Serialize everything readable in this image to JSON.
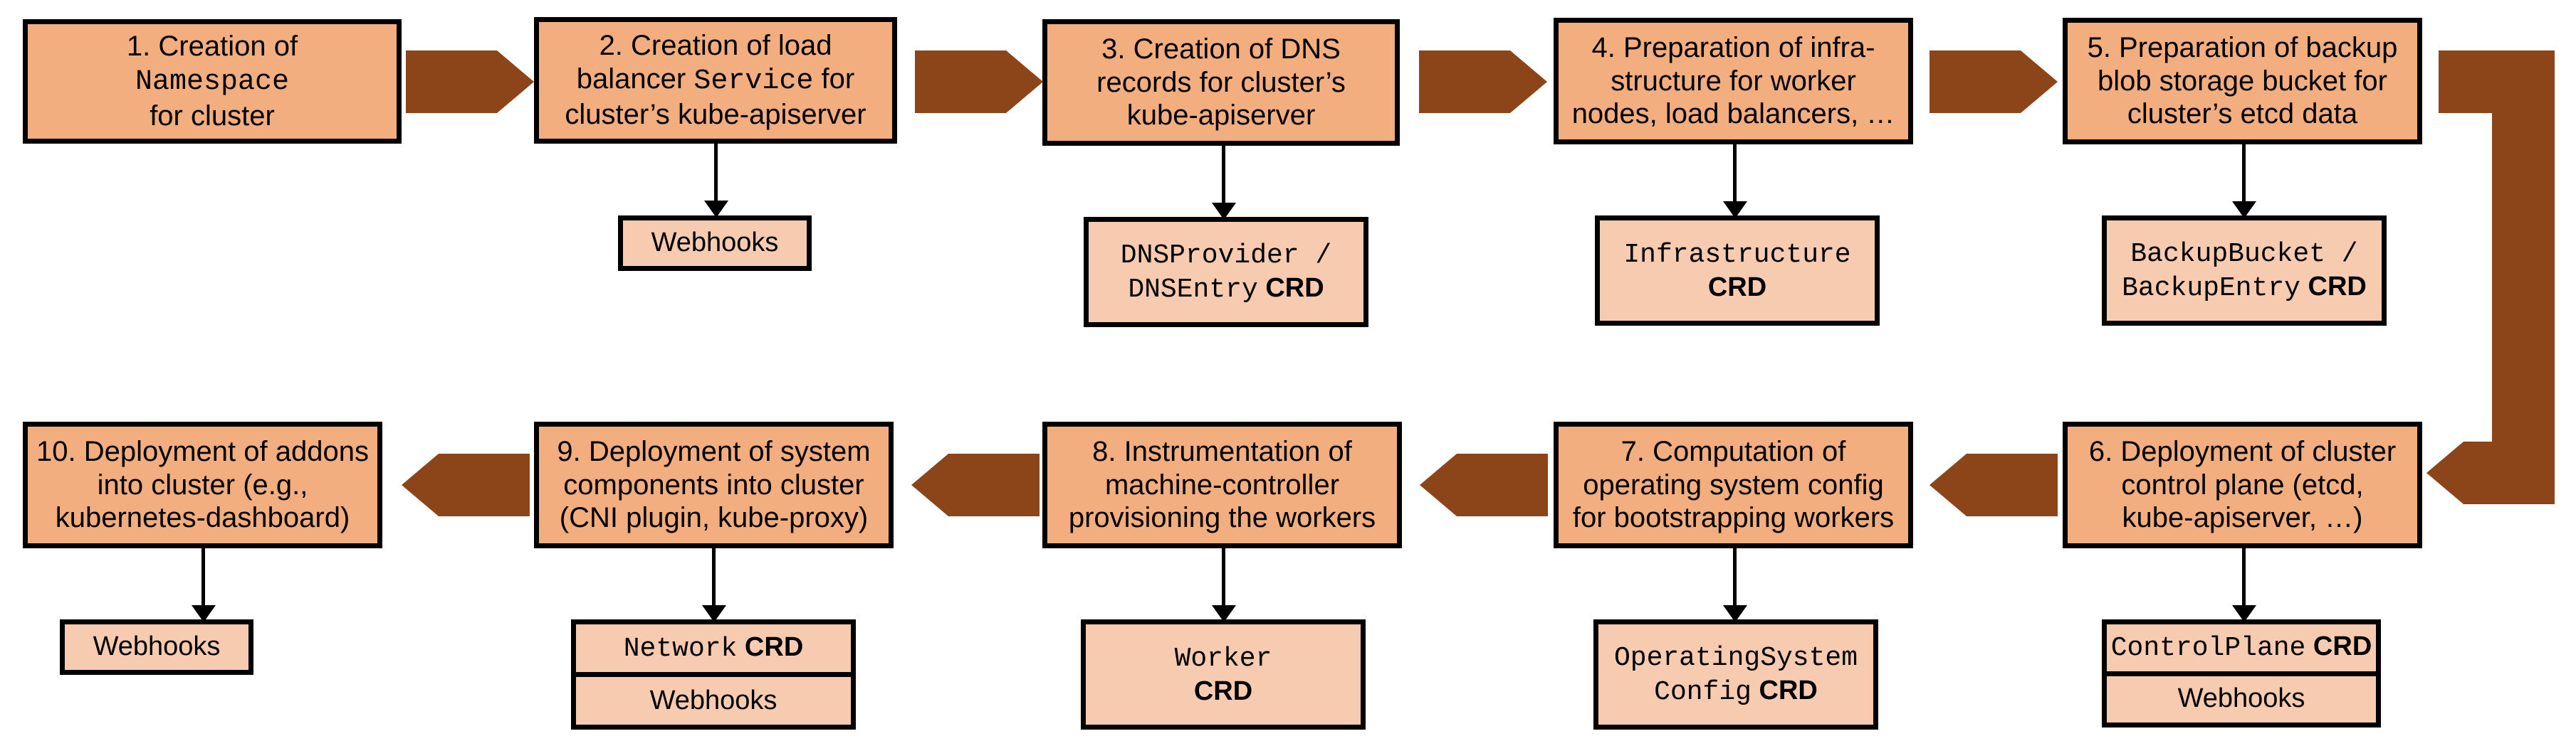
{
  "diagram": {
    "title": "Gardener shoot cluster reconciliation flow",
    "colors": {
      "step_fill": "#F2AE7E",
      "sub_fill": "#F7CBAF",
      "border": "#000000",
      "arrow": "#8C4419",
      "background": "#FFFFFF"
    },
    "steps": [
      {
        "id": "step-1",
        "number": "1.",
        "lines": [
          [
            {
              "t": "1. Creation of",
              "style": "normal"
            }
          ],
          [
            {
              "t": "Namespace",
              "style": "mono"
            }
          ],
          [
            {
              "t": "for cluster",
              "style": "normal"
            }
          ]
        ],
        "plain": "1. Creation of Namespace for cluster"
      },
      {
        "id": "step-2",
        "number": "2.",
        "lines": [
          [
            {
              "t": "2. Creation of load",
              "style": "normal"
            }
          ],
          [
            {
              "t": "balancer ",
              "style": "normal"
            },
            {
              "t": "Service",
              "style": "mono"
            },
            {
              "t": " for",
              "style": "normal"
            }
          ],
          [
            {
              "t": "cluster’s kube-apiserver",
              "style": "normal"
            }
          ]
        ],
        "plain": "2. Creation of load balancer Service for cluster’s kube-apiserver"
      },
      {
        "id": "step-3",
        "number": "3.",
        "lines": [
          [
            {
              "t": "3. Creation of DNS",
              "style": "normal"
            }
          ],
          [
            {
              "t": "records for cluster’s",
              "style": "normal"
            }
          ],
          [
            {
              "t": "kube-apiserver",
              "style": "normal"
            }
          ]
        ],
        "plain": "3. Creation of DNS records for cluster’s kube-apiserver"
      },
      {
        "id": "step-4",
        "number": "4.",
        "lines": [
          [
            {
              "t": "4. Preparation of infra-",
              "style": "normal"
            }
          ],
          [
            {
              "t": "structure for worker",
              "style": "normal"
            }
          ],
          [
            {
              "t": "nodes, load balancers, …",
              "style": "normal"
            }
          ]
        ],
        "plain": "4. Preparation of infrastructure for worker nodes, load balancers, …"
      },
      {
        "id": "step-5",
        "number": "5.",
        "lines": [
          [
            {
              "t": "5. Preparation of backup",
              "style": "normal"
            }
          ],
          [
            {
              "t": "blob storage bucket for",
              "style": "normal"
            }
          ],
          [
            {
              "t": "cluster’s etcd data",
              "style": "normal"
            }
          ]
        ],
        "plain": "5. Preparation of backup blob storage bucket for cluster’s etcd data"
      },
      {
        "id": "step-6",
        "number": "6.",
        "lines": [
          [
            {
              "t": "6. Deployment of cluster",
              "style": "normal"
            }
          ],
          [
            {
              "t": "control plane (etcd,",
              "style": "normal"
            }
          ],
          [
            {
              "t": "kube-apiserver, …)",
              "style": "normal"
            }
          ]
        ],
        "plain": "6. Deployment of cluster control plane (etcd, kube-apiserver, …)"
      },
      {
        "id": "step-7",
        "number": "7.",
        "lines": [
          [
            {
              "t": "7. Computation of",
              "style": "normal"
            }
          ],
          [
            {
              "t": "operating system config",
              "style": "normal"
            }
          ],
          [
            {
              "t": "for bootstrapping workers",
              "style": "normal"
            }
          ]
        ],
        "plain": "7. Computation of operating system config for bootstrapping workers"
      },
      {
        "id": "step-8",
        "number": "8.",
        "lines": [
          [
            {
              "t": "8. Instrumentation of",
              "style": "normal"
            }
          ],
          [
            {
              "t": "machine-controller",
              "style": "normal"
            }
          ],
          [
            {
              "t": "provisioning the workers",
              "style": "normal"
            }
          ]
        ],
        "plain": "8. Instrumentation of machine-controller provisioning the workers"
      },
      {
        "id": "step-9",
        "number": "9.",
        "lines": [
          [
            {
              "t": "9. Deployment of system",
              "style": "normal"
            }
          ],
          [
            {
              "t": "components into cluster",
              "style": "normal"
            }
          ],
          [
            {
              "t": "(CNI plugin, kube-proxy)",
              "style": "normal"
            }
          ]
        ],
        "plain": "9. Deployment of system components into cluster (CNI plugin, kube-proxy)"
      },
      {
        "id": "step-10",
        "number": "10.",
        "lines": [
          [
            {
              "t": "10. Deployment of addons",
              "style": "normal"
            }
          ],
          [
            {
              "t": "into cluster (e.g.,",
              "style": "normal"
            }
          ],
          [
            {
              "t": "kubernetes-dashboard)",
              "style": "normal"
            }
          ]
        ],
        "plain": "10. Deployment of addons into cluster (e.g., kubernetes-dashboard)"
      }
    ],
    "artifacts": [
      {
        "id": "artifact-2",
        "parent": "step-2",
        "kind": "single",
        "cells": [
          {
            "lines": [
              [
                {
                  "t": "Webhooks",
                  "style": "normal"
                }
              ]
            ],
            "plain": "Webhooks"
          }
        ]
      },
      {
        "id": "artifact-3",
        "parent": "step-3",
        "kind": "single",
        "cells": [
          {
            "lines": [
              [
                {
                  "t": "DNSProvider /",
                  "style": "mono"
                }
              ],
              [
                {
                  "t": "DNSEntry",
                  "style": "mono"
                },
                {
                  "t": " CRD",
                  "style": "bold"
                }
              ]
            ],
            "plain": "DNSProvider / DNSEntry CRD"
          }
        ]
      },
      {
        "id": "artifact-4",
        "parent": "step-4",
        "kind": "single",
        "cells": [
          {
            "lines": [
              [
                {
                  "t": "Infrastructure",
                  "style": "mono"
                }
              ],
              [
                {
                  "t": "CRD",
                  "style": "bold"
                }
              ]
            ],
            "plain": "Infrastructure CRD"
          }
        ]
      },
      {
        "id": "artifact-5",
        "parent": "step-5",
        "kind": "single",
        "cells": [
          {
            "lines": [
              [
                {
                  "t": "BackupBucket /",
                  "style": "mono"
                }
              ],
              [
                {
                  "t": "BackupEntry",
                  "style": "mono"
                },
                {
                  "t": " CRD",
                  "style": "bold"
                }
              ]
            ],
            "plain": "BackupBucket / BackupEntry CRD"
          }
        ]
      },
      {
        "id": "artifact-6",
        "parent": "step-6",
        "kind": "stack",
        "cells": [
          {
            "lines": [
              [
                {
                  "t": "ControlPlane",
                  "style": "mono"
                },
                {
                  "t": " CRD",
                  "style": "bold"
                }
              ]
            ],
            "plain": "ControlPlane CRD"
          },
          {
            "lines": [
              [
                {
                  "t": "Webhooks",
                  "style": "normal"
                }
              ]
            ],
            "plain": "Webhooks"
          }
        ]
      },
      {
        "id": "artifact-7",
        "parent": "step-7",
        "kind": "single",
        "cells": [
          {
            "lines": [
              [
                {
                  "t": "OperatingSystem",
                  "style": "mono"
                }
              ],
              [
                {
                  "t": "Config",
                  "style": "mono"
                },
                {
                  "t": " CRD",
                  "style": "bold"
                }
              ]
            ],
            "plain": "OperatingSystemConfig CRD"
          }
        ]
      },
      {
        "id": "artifact-8",
        "parent": "step-8",
        "kind": "single",
        "cells": [
          {
            "lines": [
              [
                {
                  "t": "Worker",
                  "style": "mono"
                }
              ],
              [
                {
                  "t": "CRD",
                  "style": "bold"
                }
              ]
            ],
            "plain": "Worker CRD"
          }
        ]
      },
      {
        "id": "artifact-9",
        "parent": "step-9",
        "kind": "stack",
        "cells": [
          {
            "lines": [
              [
                {
                  "t": "Network",
                  "style": "mono"
                },
                {
                  "t": " CRD",
                  "style": "bold"
                }
              ]
            ],
            "plain": "Network CRD"
          },
          {
            "lines": [
              [
                {
                  "t": "Webhooks",
                  "style": "normal"
                }
              ]
            ],
            "plain": "Webhooks"
          }
        ]
      },
      {
        "id": "artifact-10",
        "parent": "step-10",
        "kind": "single",
        "cells": [
          {
            "lines": [
              [
                {
                  "t": "Webhooks",
                  "style": "normal"
                }
              ]
            ],
            "plain": "Webhooks"
          }
        ]
      }
    ],
    "flow_order": [
      "step-1",
      "step-2",
      "step-3",
      "step-4",
      "step-5",
      "step-6",
      "step-7",
      "step-8",
      "step-9",
      "step-10"
    ]
  }
}
